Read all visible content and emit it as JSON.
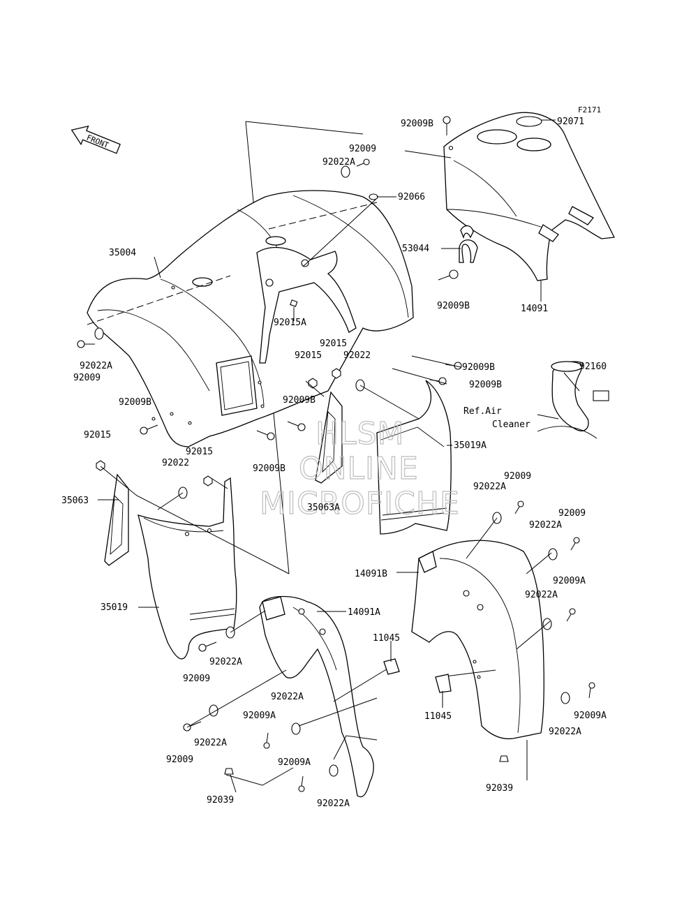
{
  "figure_code": "F2171",
  "front_arrow_label": "FRONT",
  "watermark": [
    "HLSM",
    "ONLINE",
    "MICROFICHE"
  ],
  "ref_note": [
    "Ref.Air",
    "Cleaner"
  ],
  "callouts": [
    {
      "id": "c1",
      "text": "92009B"
    },
    {
      "id": "c2",
      "text": "92071"
    },
    {
      "id": "c3",
      "text": "92009"
    },
    {
      "id": "c4",
      "text": "92022A"
    },
    {
      "id": "c5",
      "text": "92066"
    },
    {
      "id": "c6",
      "text": "35004"
    },
    {
      "id": "c7",
      "text": "53044"
    },
    {
      "id": "c8",
      "text": "92009B"
    },
    {
      "id": "c9",
      "text": "14091"
    },
    {
      "id": "c10",
      "text": "92015A"
    },
    {
      "id": "c11",
      "text": "92015"
    },
    {
      "id": "c12",
      "text": "92015"
    },
    {
      "id": "c13",
      "text": "92022"
    },
    {
      "id": "c14",
      "text": "92009B"
    },
    {
      "id": "c15",
      "text": "92009B"
    },
    {
      "id": "c16",
      "text": "92022A"
    },
    {
      "id": "c17",
      "text": "92009"
    },
    {
      "id": "c18",
      "text": "92160"
    },
    {
      "id": "c19",
      "text": "92009B"
    },
    {
      "id": "c20",
      "text": "92009B"
    },
    {
      "id": "c21",
      "text": "92009B"
    },
    {
      "id": "c22",
      "text": "35019A"
    },
    {
      "id": "c23",
      "text": "92015"
    },
    {
      "id": "c24",
      "text": "92015"
    },
    {
      "id": "c25",
      "text": "92022"
    },
    {
      "id": "c26",
      "text": "35063"
    },
    {
      "id": "c27",
      "text": "35063A"
    },
    {
      "id": "c28",
      "text": "92009"
    },
    {
      "id": "c29",
      "text": "92022A"
    },
    {
      "id": "c30",
      "text": "92009"
    },
    {
      "id": "c31",
      "text": "92022A"
    },
    {
      "id": "c32",
      "text": "14091B"
    },
    {
      "id": "c33",
      "text": "92009A"
    },
    {
      "id": "c34",
      "text": "92022A"
    },
    {
      "id": "c35",
      "text": "35019"
    },
    {
      "id": "c36",
      "text": "14091A"
    },
    {
      "id": "c37",
      "text": "11045"
    },
    {
      "id": "c38",
      "text": "92022A"
    },
    {
      "id": "c39",
      "text": "92009"
    },
    {
      "id": "c40",
      "text": "92022A"
    },
    {
      "id": "c41",
      "text": "92009A"
    },
    {
      "id": "c42",
      "text": "11045"
    },
    {
      "id": "c43",
      "text": "92009A"
    },
    {
      "id": "c44",
      "text": "92022A"
    },
    {
      "id": "c45",
      "text": "92009"
    },
    {
      "id": "c46",
      "text": "92022A"
    },
    {
      "id": "c47",
      "text": "92009A"
    },
    {
      "id": "c48",
      "text": "92039"
    },
    {
      "id": "c49",
      "text": "92022A"
    },
    {
      "id": "c50",
      "text": "92039"
    }
  ]
}
